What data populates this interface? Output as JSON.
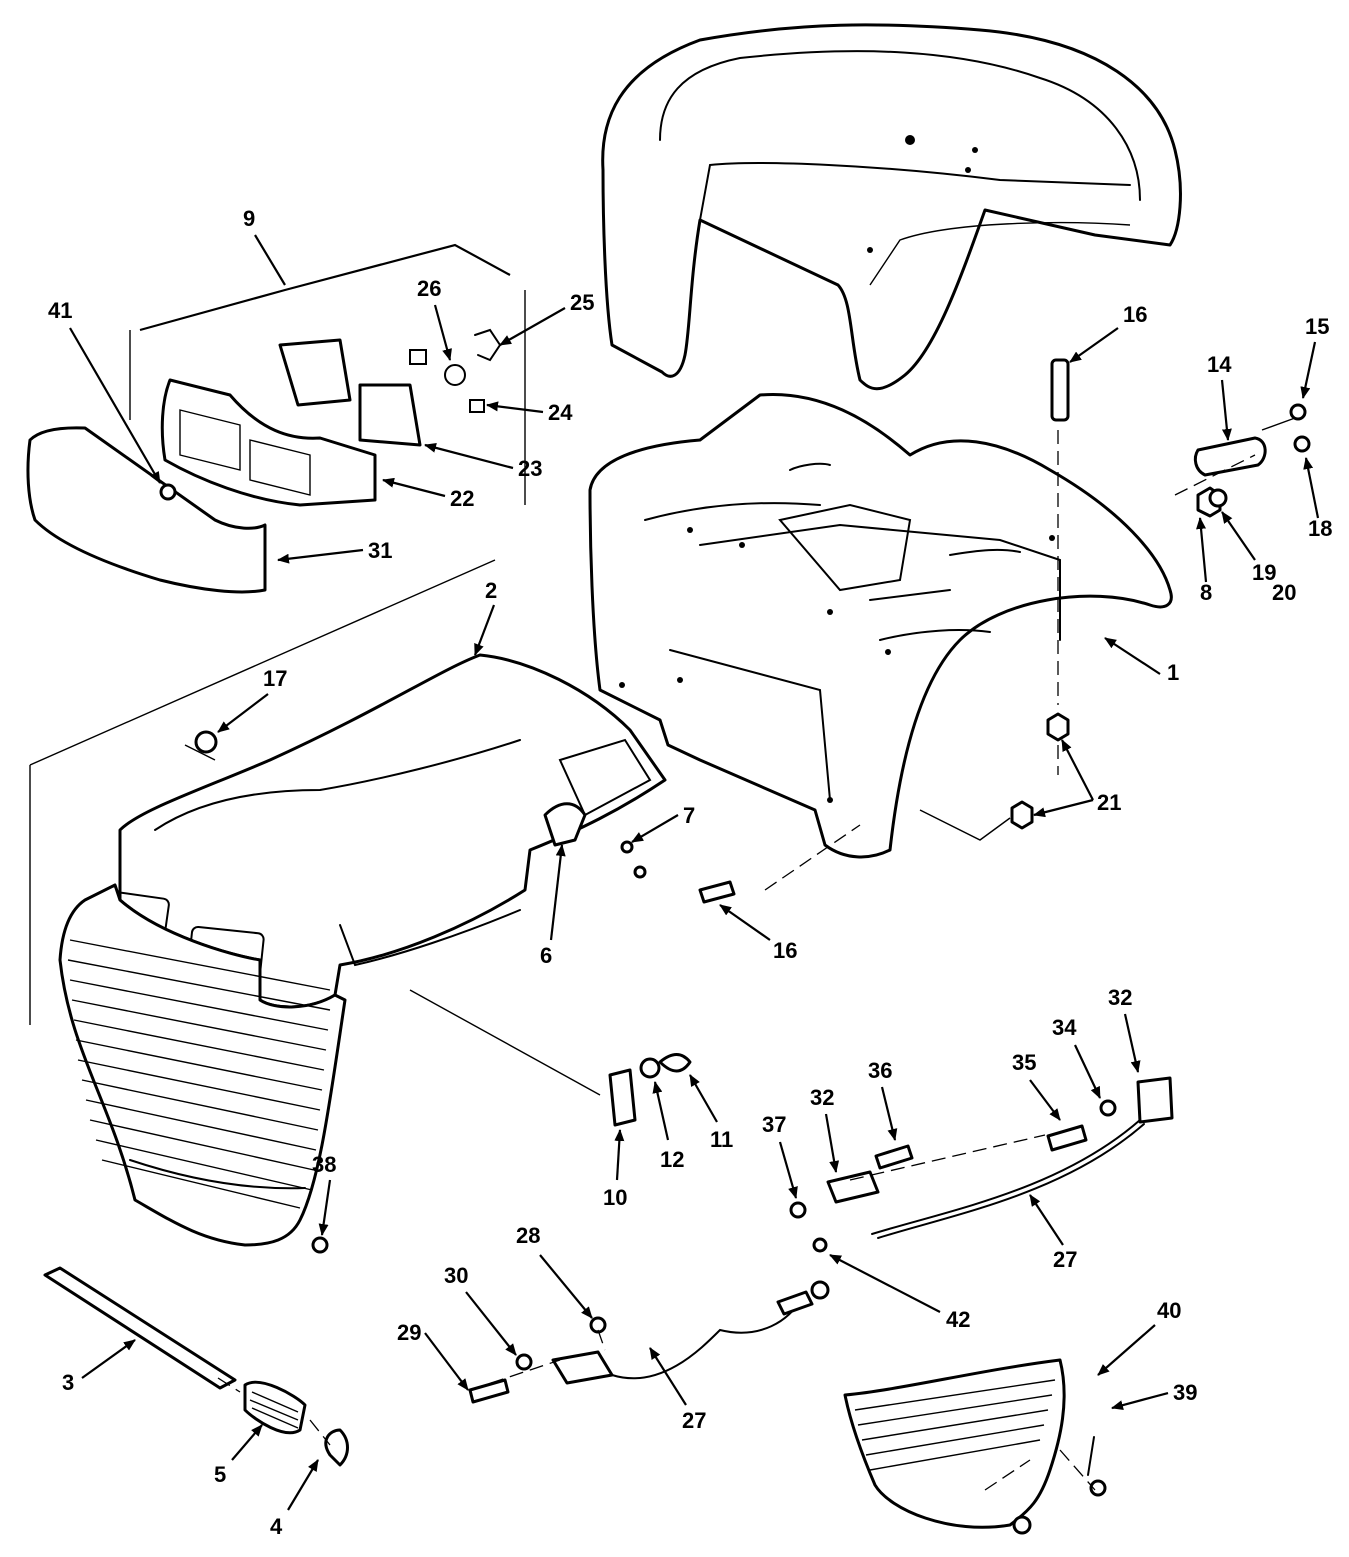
{
  "callouts": [
    {
      "id": "c9",
      "label": "9"
    },
    {
      "id": "c41",
      "label": "41"
    },
    {
      "id": "c26",
      "label": "26"
    },
    {
      "id": "c25",
      "label": "25"
    },
    {
      "id": "c24",
      "label": "24"
    },
    {
      "id": "c23",
      "label": "23"
    },
    {
      "id": "c22",
      "label": "22"
    },
    {
      "id": "c31",
      "label": "31"
    },
    {
      "id": "c16a",
      "label": "16"
    },
    {
      "id": "c15",
      "label": "15"
    },
    {
      "id": "c14",
      "label": "14"
    },
    {
      "id": "c18",
      "label": "18"
    },
    {
      "id": "c8",
      "label": "8"
    },
    {
      "id": "c19",
      "label": "19"
    },
    {
      "id": "c20",
      "label": "20"
    },
    {
      "id": "c1",
      "label": "1"
    },
    {
      "id": "c2",
      "label": "2"
    },
    {
      "id": "c17",
      "label": "17"
    },
    {
      "id": "c7",
      "label": "7"
    },
    {
      "id": "c6",
      "label": "6"
    },
    {
      "id": "c21",
      "label": "21"
    },
    {
      "id": "c16b",
      "label": "16"
    },
    {
      "id": "c10",
      "label": "10"
    },
    {
      "id": "c12",
      "label": "12"
    },
    {
      "id": "c11",
      "label": "11"
    },
    {
      "id": "c36",
      "label": "36"
    },
    {
      "id": "c37",
      "label": "37"
    },
    {
      "id": "c32a",
      "label": "32"
    },
    {
      "id": "c35",
      "label": "35"
    },
    {
      "id": "c34",
      "label": "34"
    },
    {
      "id": "c32b",
      "label": "32"
    },
    {
      "id": "c27a",
      "label": "27"
    },
    {
      "id": "c38",
      "label": "38"
    },
    {
      "id": "c28",
      "label": "28"
    },
    {
      "id": "c30",
      "label": "30"
    },
    {
      "id": "c29",
      "label": "29"
    },
    {
      "id": "c42",
      "label": "42"
    },
    {
      "id": "c27b",
      "label": "27"
    },
    {
      "id": "c3",
      "label": "3"
    },
    {
      "id": "c5",
      "label": "5"
    },
    {
      "id": "c4",
      "label": "4"
    },
    {
      "id": "c40",
      "label": "40"
    },
    {
      "id": "c39",
      "label": "39"
    }
  ]
}
